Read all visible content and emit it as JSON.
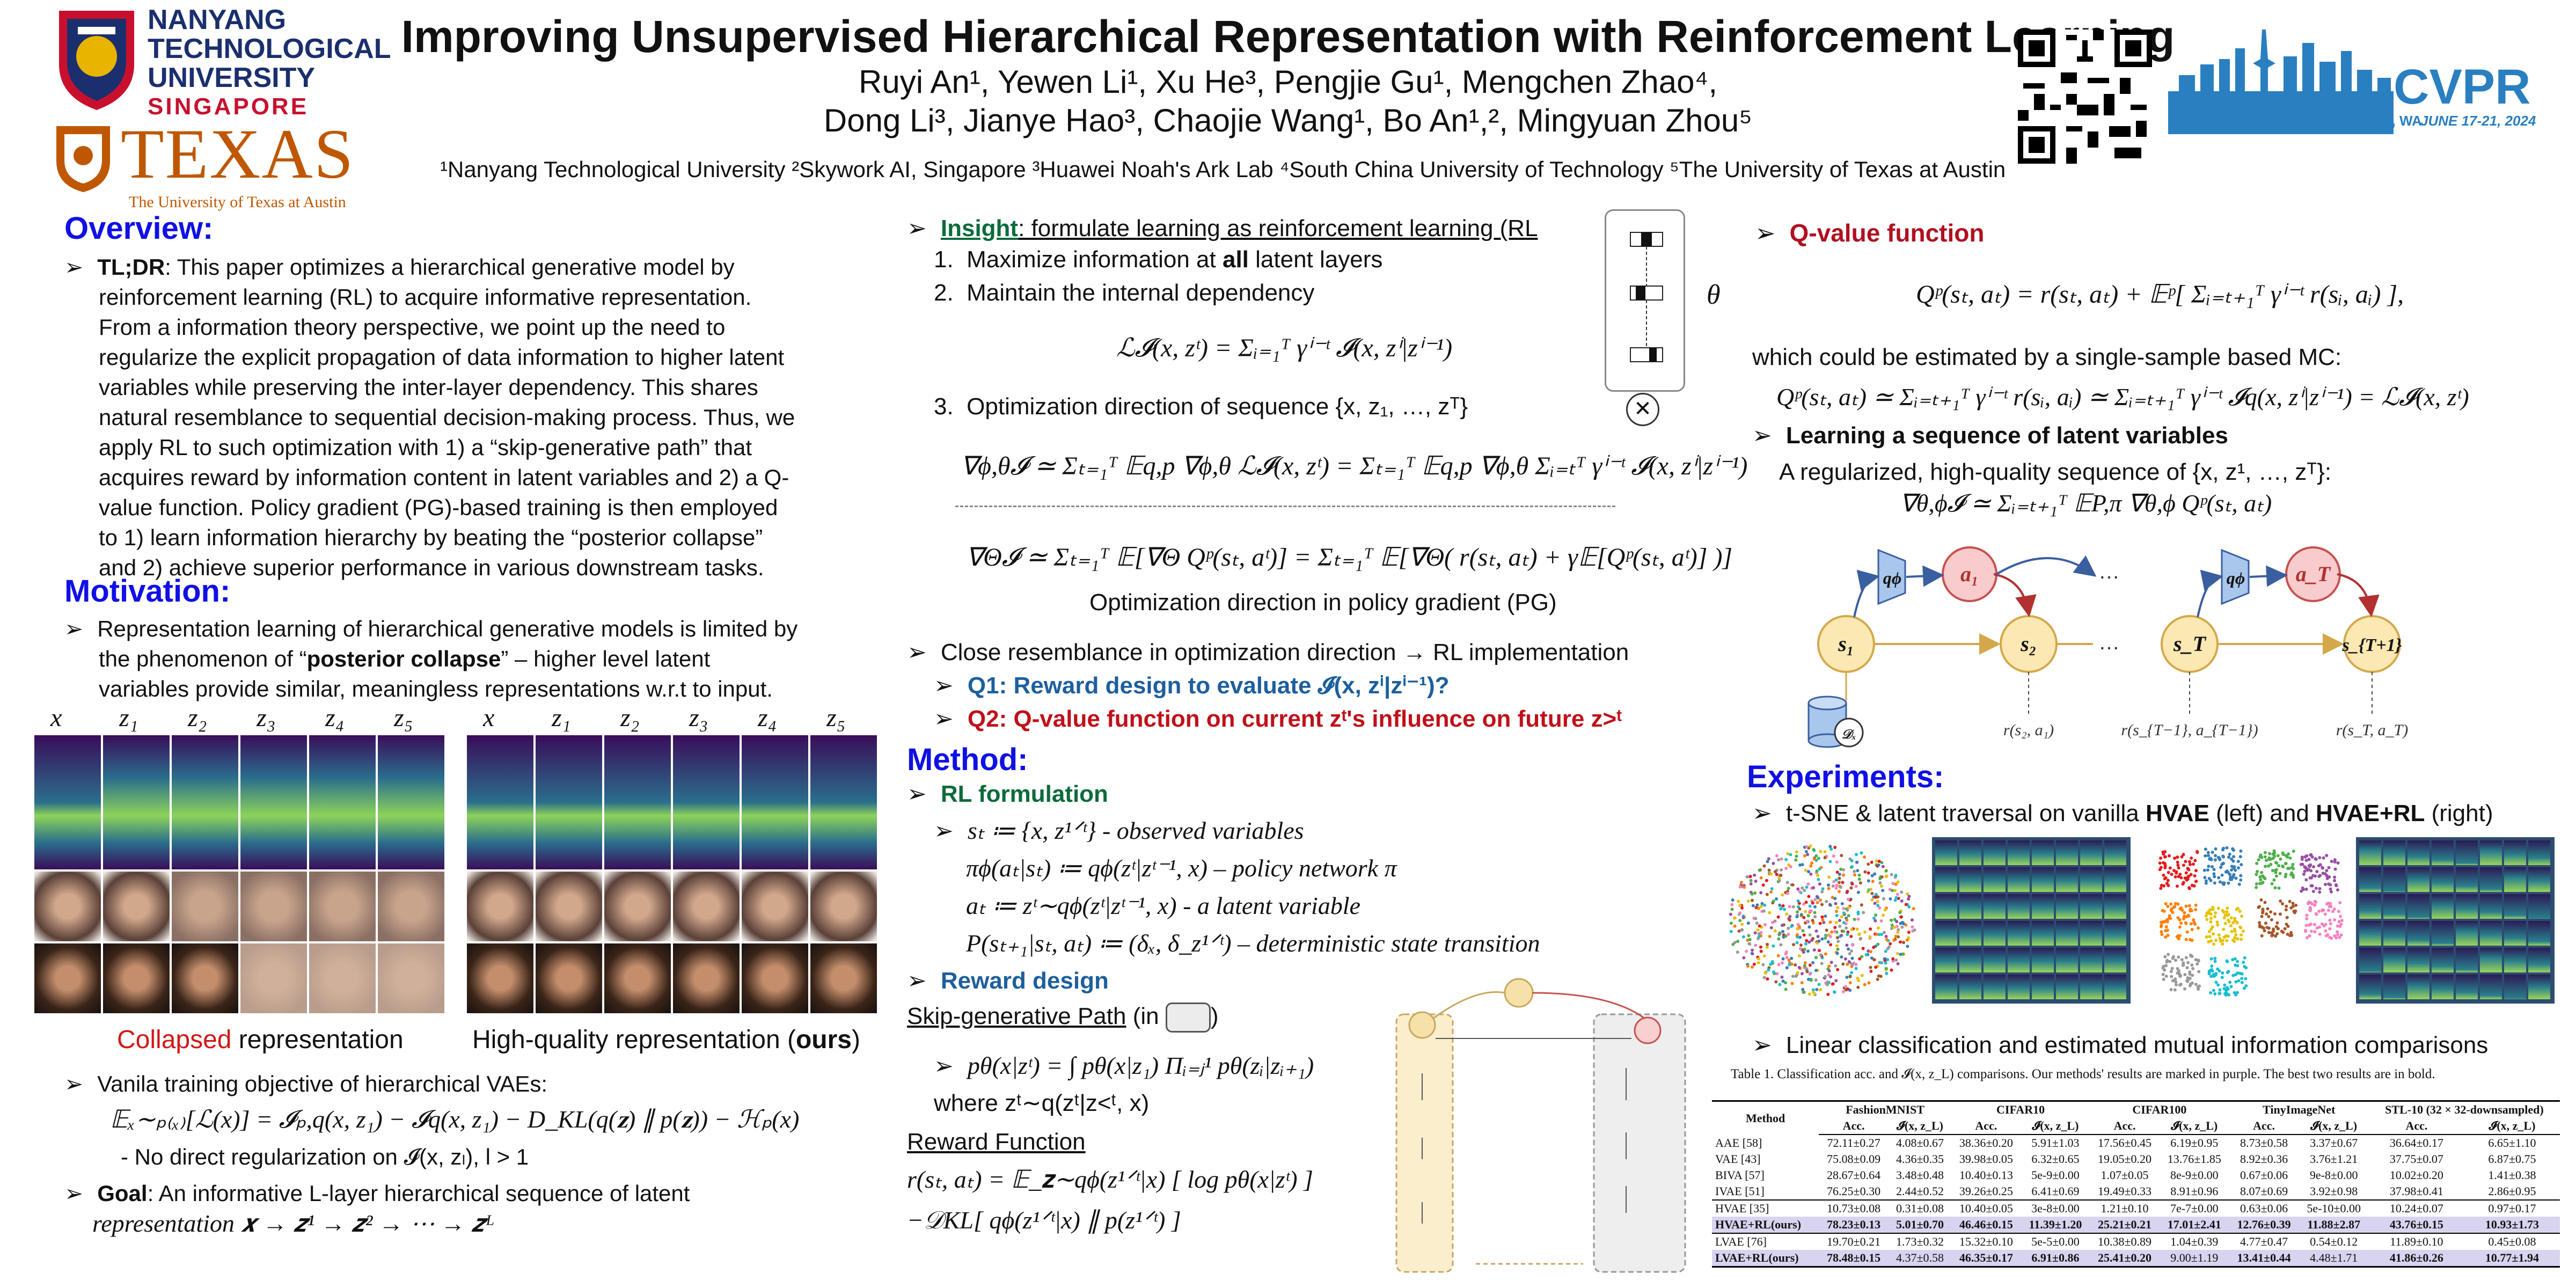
{
  "header": {
    "title": "Improving Unsupervised Hierarchical Representation with Reinforcement Learning",
    "authors_line1": "Ruyi An¹, Yewen Li¹, Xu He³, Pengjie Gu¹, Mengchen Zhao⁴,",
    "authors_line2": "Dong Li³, Jianye Hao³, Chaojie Wang¹, Bo An¹,², Mingyuan Zhou⁵",
    "affiliations": "¹Nanyang Technological University ²Skywork AI, Singapore ³Huawei Noah's Ark Lab ⁴South China University of Technology ⁵The University of Texas at Austin"
  },
  "logos": {
    "ntu_line1": "NANYANG",
    "ntu_line2": "TECHNOLOGICAL",
    "ntu_line3": "UNIVERSITY",
    "ntu_line4": "SINGAPORE",
    "texas_word": "TEXAS",
    "texas_sub": "The University of Texas at Austin",
    "cvpr_word": "CVPR",
    "cvpr_place": "SEATTLE, WA",
    "cvpr_date": "JUNE 17-21, 2024",
    "colors": {
      "ntu_navy": "#1b2f6e",
      "ntu_red": "#c8102e",
      "texas_orange": "#bf5700",
      "cvpr_blue": "#2a7fc1"
    }
  },
  "overview": {
    "heading": "Overview:",
    "tldr_label": "TL;DR",
    "tldr_lines": [
      ": This paper optimizes a hierarchical generative model by",
      "reinforcement learning (RL) to acquire informative representation.",
      "From a information theory perspective, we point up the need to",
      "regularize the explicit propagation of data information to higher latent",
      "variables while preserving the inter-layer dependency. This shares",
      "natural resemblance to sequential decision-making process. Thus, we",
      "apply RL to such optimization with 1) a “skip-generative path” that",
      "acquires reward by information content in latent variables and 2) a Q-",
      "value function. Policy gradient (PG)-based training is then employed",
      "to 1) learn information hierarchy by beating the “posterior collapse”",
      "and  2) achieve superior performance in various downstream tasks."
    ]
  },
  "motivation": {
    "heading": "Motivation:",
    "line1": "Representation learning of hierarchical generative models is limited by",
    "line2_a": "the phenomenon of “",
    "line2_b": "posterior collapse",
    "line2_c": "” – higher level latent",
    "line3": "variables provide similar, meaningless representations w.r.t to input.",
    "col_labels": [
      "x",
      "z₁",
      "z₂",
      "z₃",
      "z₄",
      "z₅"
    ],
    "caption_left_a": "Collapsed",
    "caption_left_b": " representation",
    "caption_right_a": "High-quality representation (",
    "caption_right_b": "ours",
    "caption_right_c": ")",
    "vanilla": "Vanila training objective of hierarchical VAEs:",
    "vanilla_eq": "𝔼ₓ∼ₚ₍ₓ₎[ℒ(x)] = 𝓘ₚ,q(x, z₁) − 𝓘q(x, z₁) − D_KL(q(𝐳) ∥ p(𝐳)) − ℋₚ(x)",
    "no_reg": "- No direct regularization on 𝓘(x, zₗ), l > 1",
    "goal_label": "Goal",
    "goal_line1": ": An informative L-layer hierarchical sequence of latent",
    "goal_line2": "representation 𝒙 → 𝒛¹ → 𝒛² → ⋯ → 𝒛ᴸ"
  },
  "insight": {
    "label": "Insight",
    "text": ": formulate learning as reinforcement learning (RL",
    "item1_a": "Maximize information at ",
    "item1_b": "all",
    "item1_c": " latent layers",
    "item2": "Maintain the internal dependency",
    "eq1": "ℒ𝓘(x, zᵗ) = Σᵢ₌₁ᵀ γⁱ⁻ᵗ 𝓘(x, zⁱ|zⁱ⁻¹)",
    "item3": "Optimization direction of sequence {x, z₁, …, zᵀ}",
    "eq2": "∇ϕ,θ𝓘 ≃ Σₜ₌₁ᵀ 𝔼q,p ∇ϕ,θ ℒ𝓘(x, zᵗ) = Σₜ₌₁ᵀ 𝔼q,p ∇ϕ,θ Σᵢ₌ₜᵀ γⁱ⁻ᵗ 𝓘(x, zⁱ|zⁱ⁻¹)",
    "eq3": "∇Θ𝓘 ≃ Σₜ₌₁ᵀ 𝔼[∇Θ Qᵖ(sₜ, aᵗ)] = Σₜ₌₁ᵀ 𝔼[∇Θ( r(sₜ, aₜ) + γ𝔼[Qᵖ(sₜ, aᵗ)] )]",
    "pg_caption": "Optimization direction in policy gradient (PG)",
    "close": "Close resemblance in optimization direction →  RL implementation",
    "q1": "Q1: Reward design to evaluate 𝓘(x, zⁱ|zⁱ⁻¹)?",
    "q2": "Q2: Q-value function on current zᵗ's influence on future z>ᵗ"
  },
  "method": {
    "heading": "Method:",
    "rl_heading": "RL formulation",
    "st": "sₜ ≔ {x, z¹ᐟᵗ} - observed variables",
    "pi": "πϕ(aₜ|sₜ) ≔ qϕ(zᵗ|zᵗ⁻¹, x) – policy network π",
    "at": "aₜ ≔ zᵗ∼qϕ(zᵗ|zᵗ⁻¹, x) - a latent variable",
    "P": "P(sₜ₊₁|sₜ, aₜ) ≔ (δₓ, δ_z¹ᐟᵗ) – deterministic state transition",
    "reward_heading": "Reward design",
    "skip_a": "Skip-generative Path",
    "skip_b": " (in ",
    "skip_c": ")",
    "skip_eq": "pθ(x|zᵗ) = ∫ pθ(x|z₁) Πᵢ₌ⱼ¹ pθ(zᵢ|zᵢ₊₁)",
    "where": "where zᵗ∼q(zᵗ|z<ᵗ, x)",
    "reward_fn": "Reward Function",
    "r_eq1": "r(sₜ, aₜ) = 𝔼_𝐳∼qϕ(z¹ᐟᵗ|x) [ log pθ(x|zᵗ) ]",
    "r_eq2": "−𝒟KL[ qϕ(z¹ᐟᵗ|x) ∥ p(z¹ᐟᵗ) ]"
  },
  "qvalue": {
    "heading": "Q-value function",
    "eq1": "Qᵖ(sₜ, aₜ) = r(sₜ, aₜ) + 𝔼ᵖ[ Σᵢ₌ₜ₊₁ᵀ γⁱ⁻ᵗ r(sᵢ, aᵢ) ],",
    "mc_line": "which could be estimated by a single-sample based MC:",
    "eq2": "Qᵖ(sₜ, aₜ) ≃ Σᵢ₌ₜ₊₁ᵀ γⁱ⁻ᵗ r(sᵢ, aᵢ) ≃ Σᵢ₌ₜ₊₁ᵀ γⁱ⁻ᵗ 𝓘q(x, zⁱ|zⁱ⁻¹) = ℒ𝓘(x, zᵗ)",
    "seq_heading": "Learning a sequence of latent variables",
    "seq_line": "A regularized, high-quality sequence of {x, z¹, …, zᵀ}:",
    "eq3": "∇θ,ϕ𝓘 ≃ Σᵢ₌ₜ₊₁ᵀ 𝔼P,π ∇θ,ϕ Qᵖ(sₜ, aₜ)"
  },
  "diagram": {
    "nodes_s": [
      "s₁",
      "s₂",
      "s_T",
      "s_{T+1}"
    ],
    "nodes_a": [
      "a₁",
      "a_T"
    ],
    "policy": "qϕ",
    "rewards": [
      "r(s₂, a₁)",
      "r(s_{T−1}, a_{T−1})",
      "r(s_T, a_T)"
    ],
    "dataset": "𝒟ₓ",
    "dots": "…"
  },
  "experiments": {
    "heading": "Experiments:",
    "tsne_a": "t-SNE & latent traversal on vanilla ",
    "tsne_b": "HVAE",
    "tsne_c": " (left) and ",
    "tsne_d": "HVAE+RL",
    "tsne_e": " (right)",
    "linear": "Linear classification and estimated mutual information comparisons",
    "table_caption": "Table 1. Classification acc. and 𝓘(x, z_L) comparisons. Our methods' results are marked in purple. The best two results are in bold."
  },
  "table": {
    "datasets": [
      "FashionMNIST",
      "CIFAR10",
      "CIFAR100",
      "TinyImageNet",
      "STL-10 (32 × 32-downsampled)"
    ],
    "method_header": "Method",
    "sub_headers": [
      "Acc.",
      "𝓘(x, z_L)"
    ],
    "rows": [
      {
        "m": "AAE [58]",
        "v": [
          "72.11±0.27",
          "4.08±0.67",
          "38.36±0.20",
          "5.91±1.03",
          "17.56±0.45",
          "6.19±0.95",
          "8.73±0.58",
          "3.37±0.67",
          "36.64±0.17",
          "6.65±1.10"
        ]
      },
      {
        "m": "VAE [43]",
        "v": [
          "75.08±0.09",
          "4.36±0.35",
          "39.98±0.05",
          "6.32±0.65",
          "19.05±0.20",
          "13.76±1.85",
          "8.92±0.36",
          "3.76±1.21",
          "37.75±0.07",
          "6.87±0.75"
        ]
      },
      {
        "m": "BIVA [57]",
        "v": [
          "28.67±0.64",
          "3.48±0.48",
          "10.40±0.13",
          "5e-9±0.00",
          "1.07±0.05",
          "8e-9±0.00",
          "0.67±0.06",
          "9e-8±0.00",
          "10.02±0.20",
          "1.41±0.38"
        ]
      },
      {
        "m": "IVAE [51]",
        "v": [
          "76.25±0.30",
          "2.44±0.52",
          "39.26±0.25",
          "6.41±0.69",
          "19.49±0.33",
          "8.91±0.96",
          "8.07±0.69",
          "3.92±0.98",
          "37.98±0.41",
          "2.86±0.95"
        ]
      },
      {
        "m": "HVAE [35]",
        "v": [
          "10.73±0.08",
          "0.31±0.08",
          "10.40±0.05",
          "3e-8±0.00",
          "1.21±0.10",
          "7e-7±0.00",
          "0.63±0.06",
          "5e-10±0.00",
          "10.24±0.07",
          "0.97±0.17"
        ]
      },
      {
        "m": "HVAE+RL(ours)",
        "v": [
          "78.23±0.13",
          "5.01±0.70",
          "46.46±0.15",
          "11.39±1.20",
          "25.21±0.21",
          "17.01±2.41",
          "12.76±0.39",
          "11.88±2.87",
          "43.76±0.15",
          "10.93±1.73"
        ]
      },
      {
        "m": "LVAE [76]",
        "v": [
          "19.70±0.21",
          "1.73±0.32",
          "15.32±0.10",
          "5e-5±0.00",
          "10.38±0.89",
          "1.04±0.39",
          "4.77±0.47",
          "0.54±0.12",
          "11.89±0.10",
          "0.45±0.08"
        ]
      },
      {
        "m": "LVAE+RL(ours)",
        "v": [
          "78.48±0.15",
          "4.37±0.58",
          "46.35±0.17",
          "6.91±0.86",
          "25.41±0.20",
          "9.00±1.19",
          "13.41±0.44",
          "4.48±1.71",
          "41.86±0.26",
          "10.77±1.94"
        ]
      }
    ]
  }
}
